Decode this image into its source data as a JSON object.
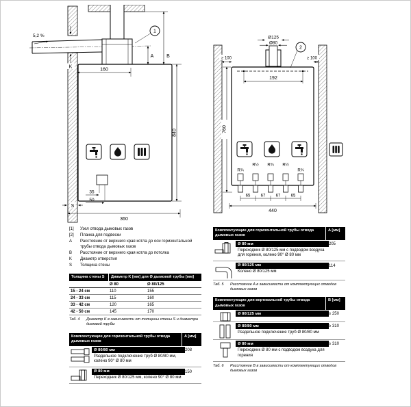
{
  "legend": {
    "rows": [
      {
        "key": "[1]",
        "text": "Узел отвода дымовых газов"
      },
      {
        "key": "[2]",
        "text": "Планка для подвески"
      },
      {
        "key": "A",
        "text": "Расстояние от верхнего края котла до оси горизонтальной трубы отвода дымовых газов"
      },
      {
        "key": "B",
        "text": "Расстояние от верхнего края котла до потолка"
      },
      {
        "key": "K",
        "text": "Диаметр отверстия"
      },
      {
        "key": "S",
        "text": "Толщина стены"
      }
    ]
  },
  "diagram_side": {
    "slope": "5,2 %",
    "callout": "1",
    "label_k": "K",
    "label_a": "A",
    "label_b": "B",
    "label_s": "S",
    "dim_160": "160",
    "dim_840": "840",
    "dim_35": "35",
    "dim_50": "50",
    "dim_360": "360",
    "icons": [
      "faucet-icon",
      "flame-icon",
      "radiator-icon"
    ]
  },
  "diagram_front": {
    "callout": "2",
    "dia_outer": "Ø125",
    "dia_inner": "Ø80",
    "clearance_left": "≥ 100",
    "clearance_right": "≥ 100",
    "dim_192": "192",
    "dim_760": "760",
    "dim_440": "440",
    "connections": [
      "R¾",
      "R½",
      "R¾",
      "R½",
      "R¾"
    ],
    "spacings": [
      "65",
      "67",
      "67",
      "65"
    ],
    "icons": [
      "faucet-icon",
      "flame-icon",
      "faucet-icon",
      "radiator-icon"
    ]
  },
  "tab4": {
    "head_col1": "Толщина стены S",
    "head_col2": "Диаметр K [мм] для Ø дымовой трубы [мм]",
    "sub": [
      "Ø 80",
      "Ø 80/125"
    ],
    "rows": [
      [
        "15 - 24 см",
        "110",
        "155"
      ],
      [
        "24 - 33 см",
        "115",
        "160"
      ],
      [
        "33 - 42 см",
        "120",
        "165"
      ],
      [
        "42 - 50 см",
        "145",
        "170"
      ]
    ],
    "caption_label": "Таб. 4",
    "caption": "Диаметр K в зависимости от толщины стены S и диаметра дымовой трубы"
  },
  "tab5_left": {
    "header": "Комплектующие для горизонтальной трубы отвода дымовых газов",
    "unit": "A [мм]",
    "rows": [
      {
        "icon": "split-flue-pipes-icon",
        "title": "Ø 80/80 мм",
        "desc": "Раздельное подключение труб Ø 80/80 мм, колено 90° Ø 80 мм",
        "value": "208"
      },
      {
        "icon": "flue-adapter-elbow-icon",
        "title": "Ø 80 мм",
        "desc": "Переходник Ø 80/125 мм, колено 90° Ø 80 мм",
        "value": "150"
      }
    ]
  },
  "tab5_right": {
    "header": "Комплектующие для горизонтальной трубы отвода дымовых газов",
    "unit": "A [мм]",
    "rows": [
      {
        "icon": "flue-adapter-air-icon",
        "title": "Ø 80 мм",
        "desc": "Переходник Ø 80/125 мм с подводом воздуха для горения, колено 90° Ø 80 мм",
        "value": "205"
      },
      {
        "icon": "coaxial-elbow-icon",
        "title": "Ø 80/125 мм",
        "desc": "Колено Ø 80/125 мм",
        "value": "114"
      }
    ],
    "caption_label": "Таб. 5",
    "caption": "Расстояние A в зависимости от комплектующих отводов дымовых газов"
  },
  "tab6": {
    "header": "Комплектующие для вертикальной трубы отвода дымовых газов",
    "unit": "B [мм]",
    "rows": [
      {
        "icon": "coaxial-straight-icon",
        "title": "Ø 80/125 мм",
        "desc": "",
        "value": "≥ 250"
      },
      {
        "icon": "split-vertical-pipes-icon",
        "title": "Ø 80/80 мм",
        "desc": "Раздельное подключение труб Ø 80/80 мм",
        "value": "≥ 310"
      },
      {
        "icon": "vertical-adapter-icon",
        "title": "Ø 80 мм",
        "desc": "Переходник Ø 80 мм с подводом воздуха для горения",
        "value": "≥ 310"
      }
    ],
    "caption_label": "Таб. 6",
    "caption": "Расстояние B в зависимости от комплектующих отводов дымовых газов"
  }
}
